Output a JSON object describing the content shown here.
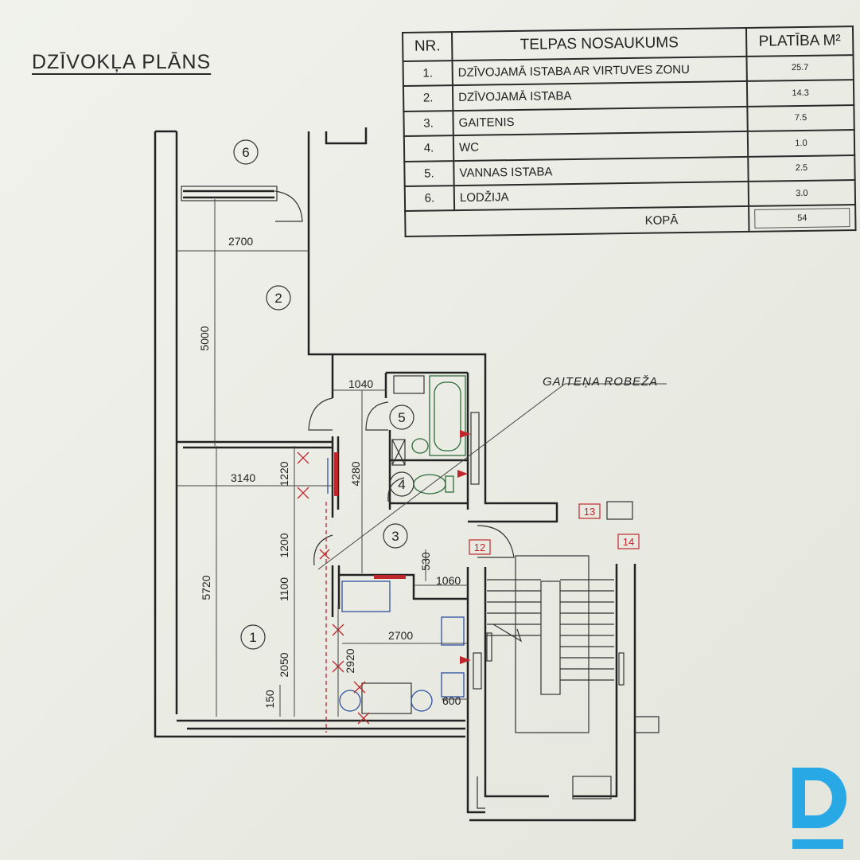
{
  "plan_title": "DZĪVOKĻA PLĀNS",
  "table": {
    "headers": [
      "NR.",
      "TELPAS NOSAUKUMS",
      "PLATĪBA M²"
    ],
    "rows": [
      {
        "nr": "1.",
        "name": "DZĪVOJAMĀ ISTABA AR VIRTUVES ZONU",
        "area": "25.7"
      },
      {
        "nr": "2.",
        "name": "DZĪVOJAMĀ ISTABA",
        "area": "14.3"
      },
      {
        "nr": "3.",
        "name": "GAITENIS",
        "area": "7.5"
      },
      {
        "nr": "4.",
        "name": "WC",
        "area": "1.0"
      },
      {
        "nr": "5.",
        "name": "VANNAS ISTABA",
        "area": "2.5"
      },
      {
        "nr": "6.",
        "name": "LODŽIJA",
        "area": "3.0"
      }
    ],
    "total_label": "KOPĀ",
    "total_value": "54"
  },
  "room_markers": [
    "1",
    "2",
    "3",
    "4",
    "5",
    "6"
  ],
  "dimensions": {
    "d2700_top": "2700",
    "d5000": "5000",
    "d1040": "1040",
    "d4280": "4280",
    "d3140": "3140",
    "d1220": "1220",
    "d1200": "1200",
    "d5720": "5720",
    "d1100": "1100",
    "d530": "530",
    "d1060": "1060",
    "d2700_kitchen": "2700",
    "d2050": "2050",
    "d2920": "2920",
    "d150": "150",
    "d600": "600"
  },
  "annotation": "GAITEŅA ROBEŽA",
  "stair_labels": [
    "12",
    "13",
    "14"
  ],
  "colors": {
    "accent_red": "#c0272d",
    "logo_blue": "#29a8e6",
    "fixture_green": "#2e6b3a"
  }
}
